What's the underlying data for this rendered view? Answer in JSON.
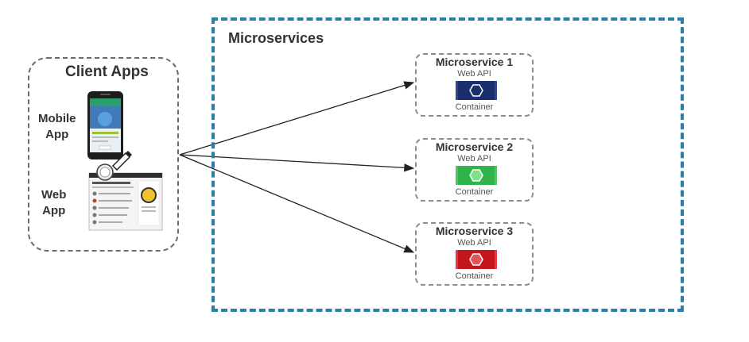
{
  "client": {
    "title": "Client Apps",
    "mobile_label": [
      "Mobile",
      "App"
    ],
    "web_label": [
      "Web",
      "App"
    ]
  },
  "microservices": {
    "title": "Microservices",
    "items": [
      {
        "name": "Microservice 1",
        "api": "Web API",
        "container": "Container",
        "color": "#1b2f6e"
      },
      {
        "name": "Microservice 2",
        "api": "Web API",
        "container": "Container",
        "color": "#2fb34a"
      },
      {
        "name": "Microservice 3",
        "api": "Web API",
        "container": "Container",
        "color": "#c4161c"
      }
    ]
  },
  "colors": {
    "outer_border": "#2a7fa8",
    "client_border": "#6b6b6b",
    "arrow": "#222222"
  }
}
